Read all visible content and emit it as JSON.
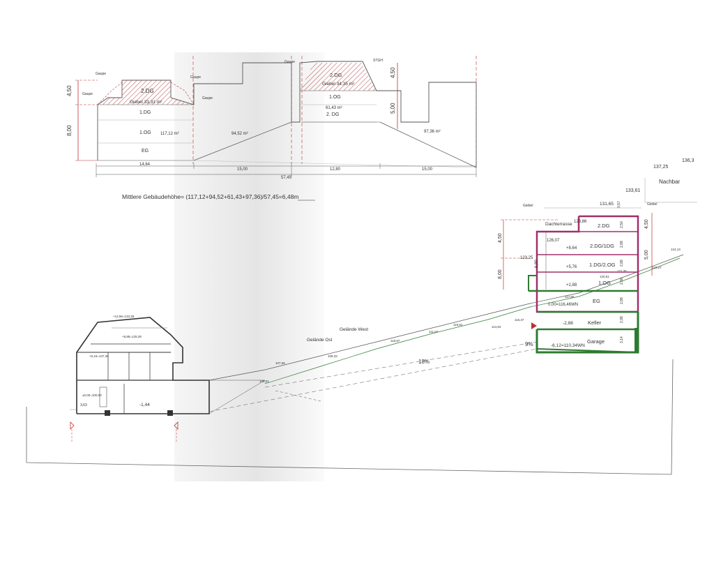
{
  "elevation": {
    "dims": {
      "left_upper": "4,50",
      "left_lower": "8,00",
      "right_upper": "4,50",
      "right_lower": "5,00",
      "bottom": [
        "14,64",
        "15,00",
        "12,80",
        "15,00"
      ],
      "bottom_total": "57,45"
    },
    "labels": {
      "gaupe": "Gaupe",
      "stgh": "STGH",
      "dg2_left": "2.DG",
      "giebel_left": "Giebel 33,31 m²",
      "og1a": "1.DG",
      "og1b": "1.OG",
      "eg": "EG",
      "area_117": "117,12 m²",
      "area_94": "94,52 m²",
      "dg2_right": "2.DG",
      "giebel_right": "Giebel 34,35 m²",
      "og1_right": "1.OG",
      "area_61": "61,43 m²",
      "dg2_right_b": "2. DG",
      "area_97": "97,36 m²"
    },
    "formula": "Mittlere Gebäudehöhe= (117,12+94,52+61,43+97,36)/57,45=6,48m"
  },
  "section": {
    "top_levels": [
      "137,25",
      "136,3",
      "133,61",
      "131,65"
    ],
    "nachbar": "Nachbar",
    "giebel_a": "Giebel",
    "giebel_b": "Giebel",
    "dachterrasse": "Dachterrasse",
    "kote_12886": "128,86",
    "kote_12607": "126,07",
    "kote_12325": "123,25",
    "floors": [
      {
        "name": "2.DG",
        "rel": "",
        "h": "2,50"
      },
      {
        "name": "2.DG/1DG",
        "rel": "+8,64",
        "h": "2,88"
      },
      {
        "name": "1.DG/2.OG",
        "rel": "+5,76",
        "h": "2,88"
      },
      {
        "name": "1.OG",
        "rel": "+2,88",
        "h": "2,88"
      },
      {
        "name": "EG",
        "rel": "0,00=116,46WN",
        "h": "2,88"
      },
      {
        "name": "Keller",
        "rel": "-2,88",
        "h": "2,98"
      },
      {
        "name": "Garage",
        "rel": "-6,12=110,34WN",
        "h": "3,14"
      }
    ],
    "dims": {
      "upper": "4,50",
      "lower": "8,00",
      "right_upper": "4,50",
      "right_lower": "5,00",
      "mid": "6,89",
      "small": "0,57"
    },
    "gelaende_west": "Gelände West",
    "gelaende_ost": "Gelände Ost",
    "slope_18": "18%",
    "slope_9": "9%",
    "existing": {
      "k1": "+12,96=133,28",
      "k2": "+8,88=129,28",
      "k3": "+6,15=137,36",
      "k4": "±0,00=100,00",
      "k5": "-1,44",
      "k6": "3,63"
    },
    "spot_levels": [
      "124,13",
      "123,27",
      "121,35",
      "120,61",
      "117,80",
      "116,37",
      "114,94",
      "111,07",
      "119,81",
      "119,87",
      "108,33",
      "107,69",
      "109,01"
    ]
  },
  "colors": {
    "line": "#555555",
    "red": "#c03030",
    "magenta": "#a0306a",
    "green": "#2e7a32",
    "hatch": "#b54040"
  }
}
